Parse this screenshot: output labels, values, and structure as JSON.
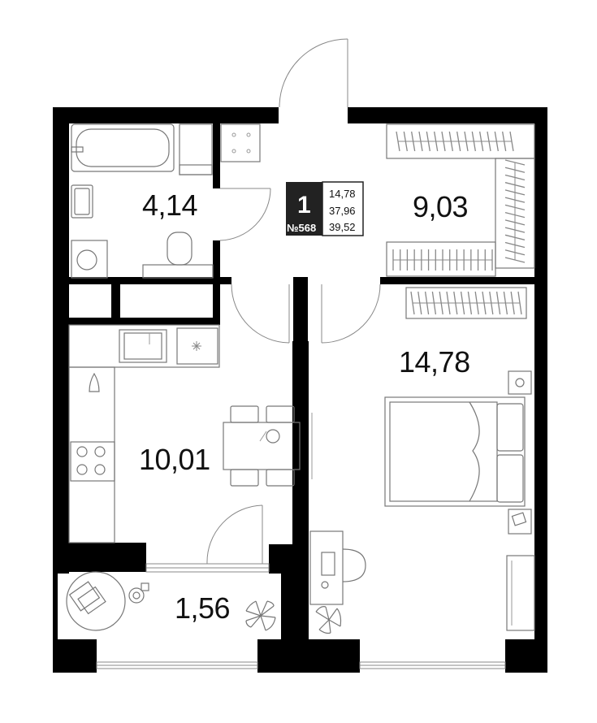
{
  "plan": {
    "apartment": {
      "rooms_count": "1",
      "number": "№568",
      "areas": [
        "14,78",
        "37,96",
        "39,52"
      ]
    },
    "rooms": [
      {
        "id": "bathroom",
        "area": "4,14"
      },
      {
        "id": "wardrobe",
        "area": "9,03"
      },
      {
        "id": "kitchen",
        "area": "10,01"
      },
      {
        "id": "bedroom",
        "area": "14,78"
      },
      {
        "id": "balcony",
        "area": "1,56"
      }
    ],
    "colors": {
      "wall": "#000000",
      "background": "#ffffff",
      "furniture": "#777777"
    }
  }
}
